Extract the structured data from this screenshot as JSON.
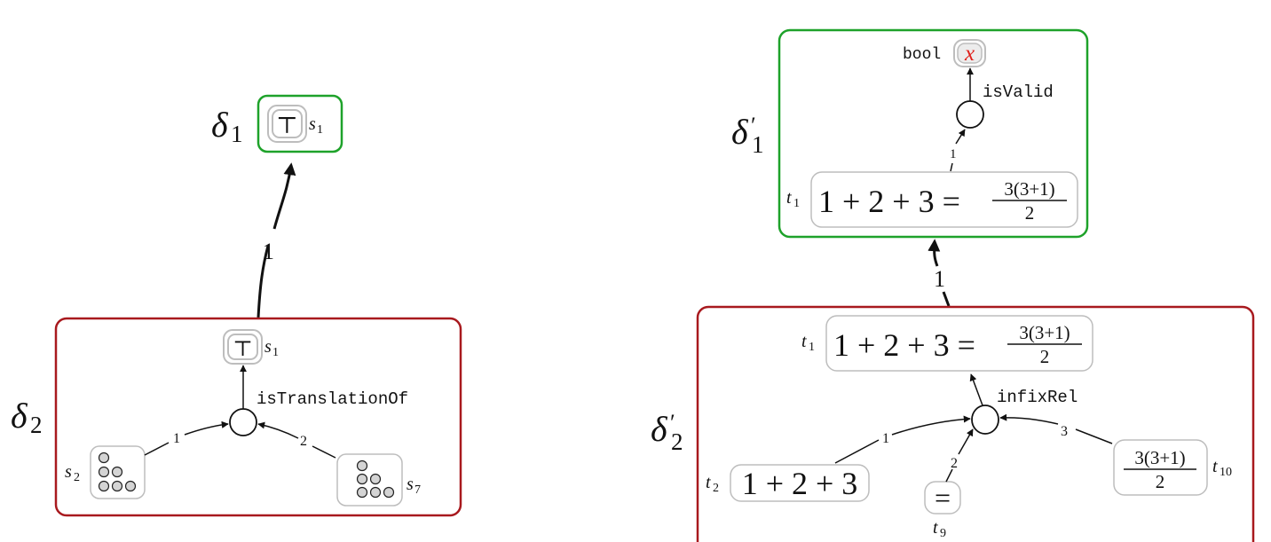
{
  "colors": {
    "green_box": "#1ea22a",
    "red_box": "#a8191e",
    "node_border": "#bdbdbd",
    "dot_fill": "#d4d4d4",
    "x_red": "#e0201a"
  },
  "left": {
    "delta1": {
      "sym": "δ",
      "sub": "1"
    },
    "delta2": {
      "sym": "δ",
      "sub": "2"
    },
    "top_node": {
      "glyph": "⊤",
      "label_sym": "s",
      "label_sub": "1"
    },
    "link_label": "1",
    "inner": {
      "target": {
        "glyph": "⊤",
        "label_sym": "s",
        "label_sub": "1"
      },
      "relation": "isTranslationOf",
      "left_src": {
        "label_sym": "s",
        "label_sub": "2",
        "edge_label": "1"
      },
      "right_src": {
        "label_sym": "s",
        "label_sub": "7",
        "edge_label": "2"
      }
    }
  },
  "right": {
    "delta1p": {
      "sym": "δ",
      "prime": "′",
      "sub": "1"
    },
    "delta2p": {
      "sym": "δ",
      "prime": "′",
      "sub": "2"
    },
    "top": {
      "type_label": "bool",
      "var": "x",
      "relation": "isValid",
      "edge_label": "1",
      "term": {
        "label_sym": "t",
        "label_sub": "1",
        "lhs": "1 + 2 + 3 =",
        "num": "3(3+1)",
        "den": "2"
      }
    },
    "link_label": "1",
    "inner": {
      "target": {
        "label_sym": "t",
        "label_sub": "1",
        "lhs": "1 + 2 + 3 =",
        "num": "3(3+1)",
        "den": "2"
      },
      "relation": "infixRel",
      "src1": {
        "label_sym": "t",
        "label_sub": "2",
        "expr": "1 + 2 + 3",
        "edge_label": "1"
      },
      "src2": {
        "label_sym": "t",
        "label_sub": "9",
        "expr": "=",
        "edge_label": "2"
      },
      "src3": {
        "label_sym": "t",
        "label_sub": "10",
        "num": "3(3+1)",
        "den": "2",
        "edge_label": "3"
      }
    }
  }
}
